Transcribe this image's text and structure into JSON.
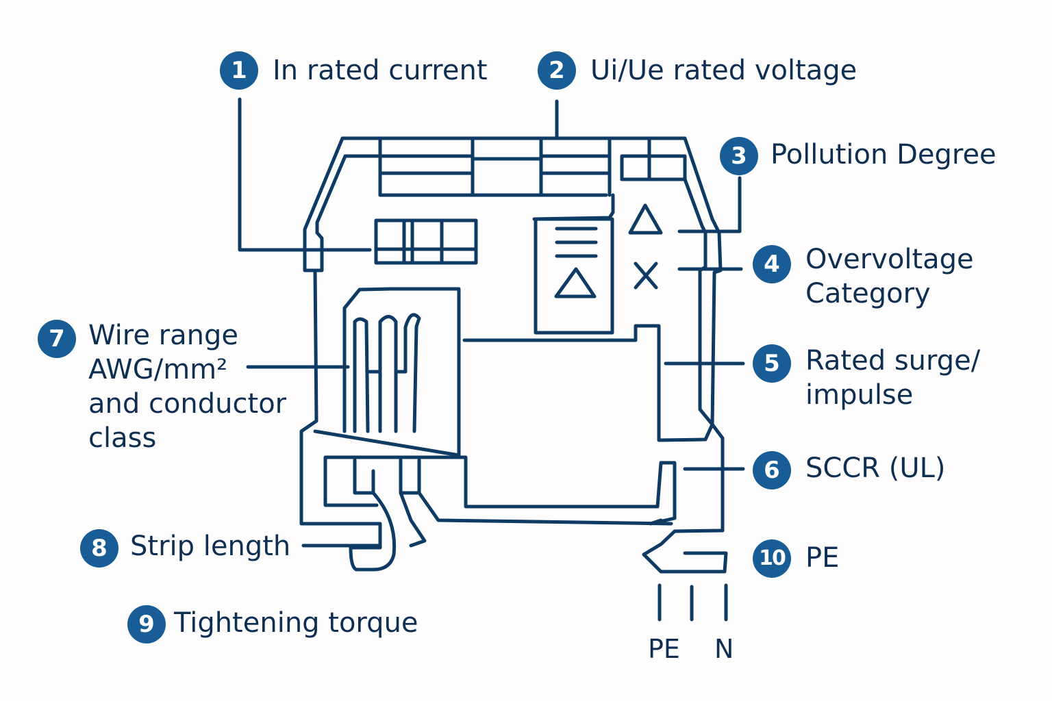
{
  "title": "Terminal block marking callouts",
  "colors": {
    "line": "#0e3a63",
    "badge": "#185d96",
    "text": "#0e2f52"
  },
  "callouts": [
    {
      "number": "1",
      "label": "In rated current"
    },
    {
      "number": "2",
      "label": "Ui/Ue rated voltage"
    },
    {
      "number": "3",
      "label": "Pollution Degree"
    },
    {
      "number": "4",
      "label": "Overvoltage\nCategory"
    },
    {
      "number": "5",
      "label": "Rated surge/\nimpulse"
    },
    {
      "number": "6",
      "label": "SCCR (UL)"
    },
    {
      "number": "7",
      "label": "Wire range\nAWG/mm²\nand conductor\nclass"
    },
    {
      "number": "8",
      "label": "Strip length"
    },
    {
      "number": "9",
      "label": "Tightening torque"
    },
    {
      "number": "10",
      "label": "PE"
    }
  ],
  "terminals": {
    "pe": "PE",
    "n": "N"
  },
  "symbols": {
    "triangle": "triangle-symbol",
    "cross": "x-symbol",
    "lines": "three-line-symbol"
  }
}
